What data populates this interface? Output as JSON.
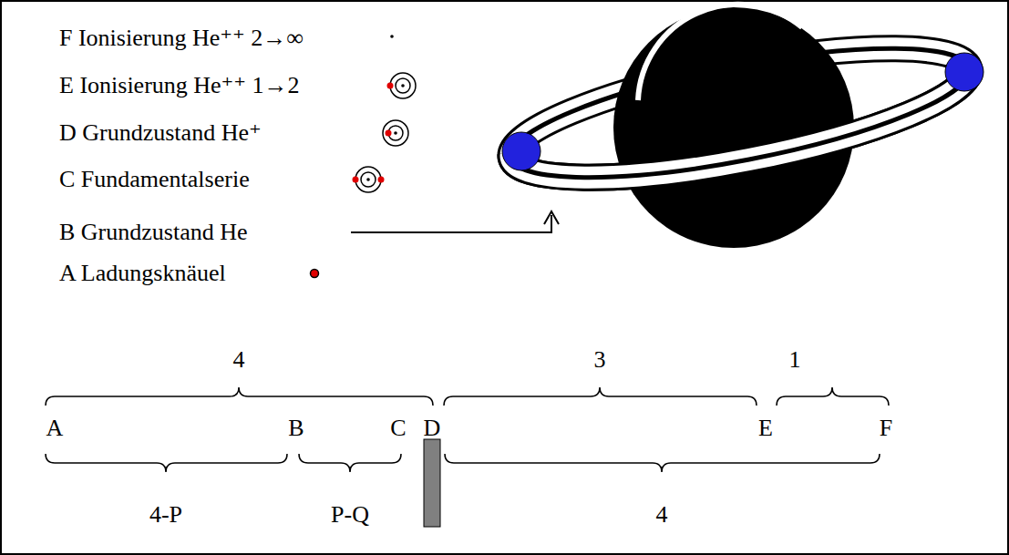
{
  "diagram": {
    "labels": [
      "F Ionisierung He⁺⁺ 2→∞",
      "E Ionisierung He⁺⁺ 1→2",
      "D Grundzustand He⁺",
      "C Fundamentalserie",
      "B Grundzustand He",
      "A Ladungsknäuel",
      "4",
      "3",
      "1",
      "A",
      "B",
      "C",
      "D",
      "E",
      "F",
      "4-P",
      "P-Q",
      "4"
    ]
  }
}
